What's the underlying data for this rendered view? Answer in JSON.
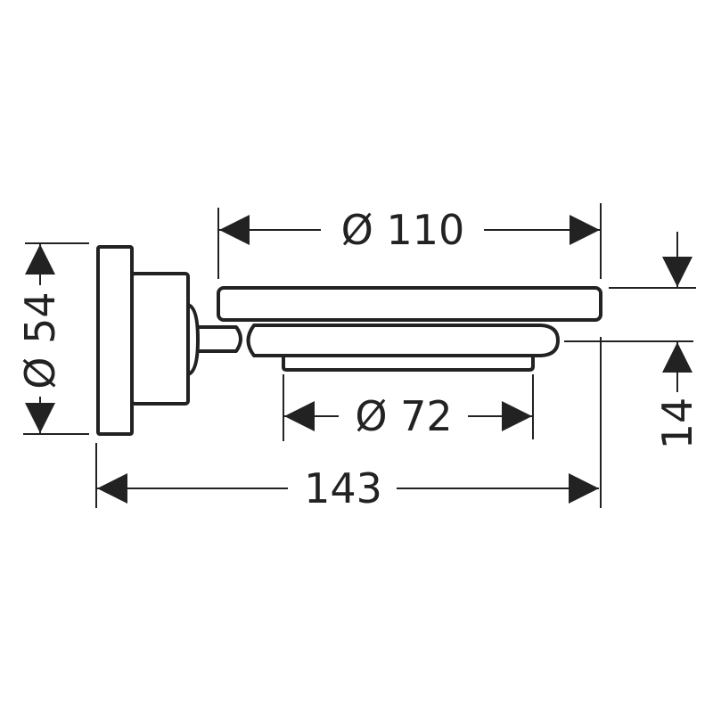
{
  "dimensions": {
    "tray_diameter": "Ø 110",
    "base_diameter": "Ø 72",
    "wall_plate_diameter": "Ø 54",
    "overall_projection": "143",
    "height_offset": "14"
  },
  "colors": {
    "line": "#222222",
    "background": "#ffffff"
  }
}
